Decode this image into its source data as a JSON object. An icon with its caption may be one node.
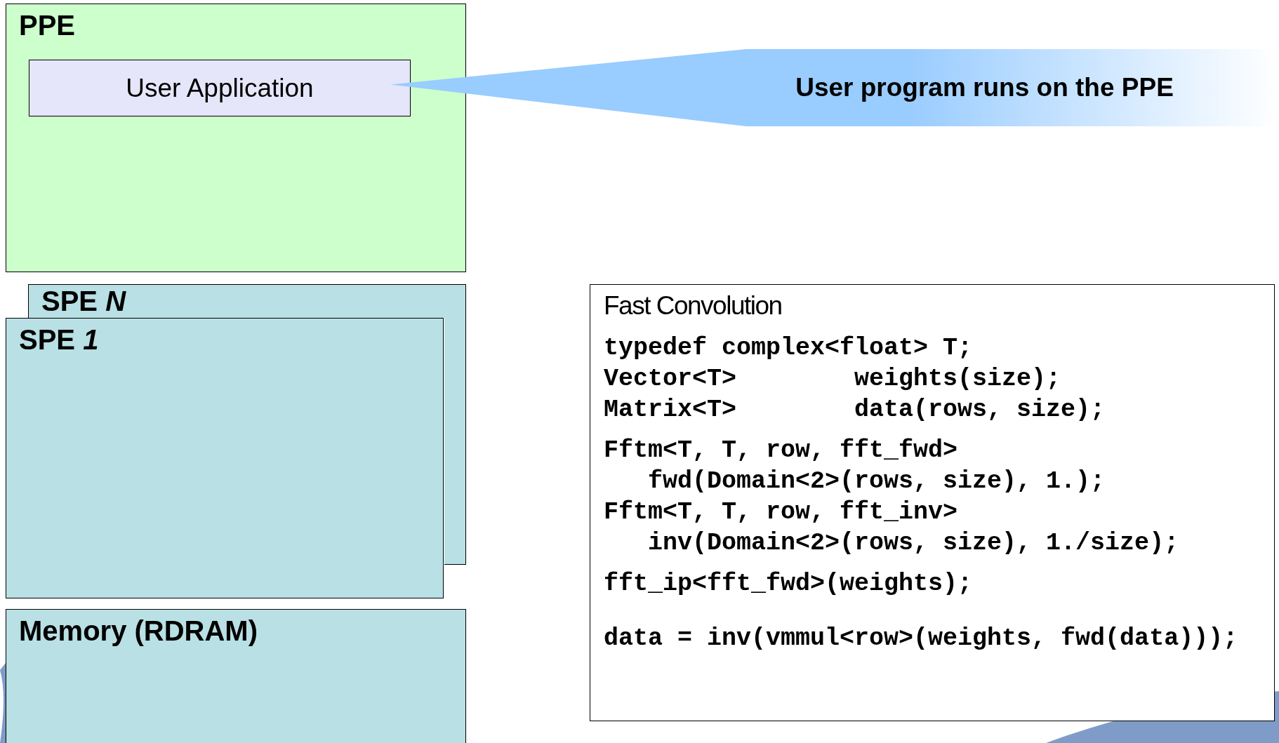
{
  "diagram": {
    "nodes": [
      {
        "text": [
          "PPE"
        ]
      },
      {
        "text": [
          "User Application"
        ],
        "in": 0
      },
      {
        "text": [
          "User program runs on the PPE"
        ]
      },
      {
        "text": [
          "SPE *N*"
        ]
      },
      {
        "text": [
          "SPE *1*"
        ]
      },
      {
        "text": [
          "Memory (RDRAM)"
        ]
      },
      {
        "text": [
          "Fast Convolution",
          "typedef complex<float> T;",
          "Vector<T>        weights(size);",
          "Matrix<T>        data(rows, size);",
          "Fftm<T, T, row, fft_fwd>",
          "   fwd(Domain<2>(rows, size), 1.);",
          "Fftm<T, T, row, fft_inv>",
          "   inv(Domain<2>(rows, size), 1./size);",
          "fft_ip<fft_fwd>(weights);",
          "data = inv(vmmul<row>(weights, fwd(data)));"
        ]
      },
      {
        "text": [],
        "shape": "box"
      }
    ],
    "edges": [
      {
        "from": 2,
        "to": 1,
        "arrow": "none"
      }
    ]
  }
}
